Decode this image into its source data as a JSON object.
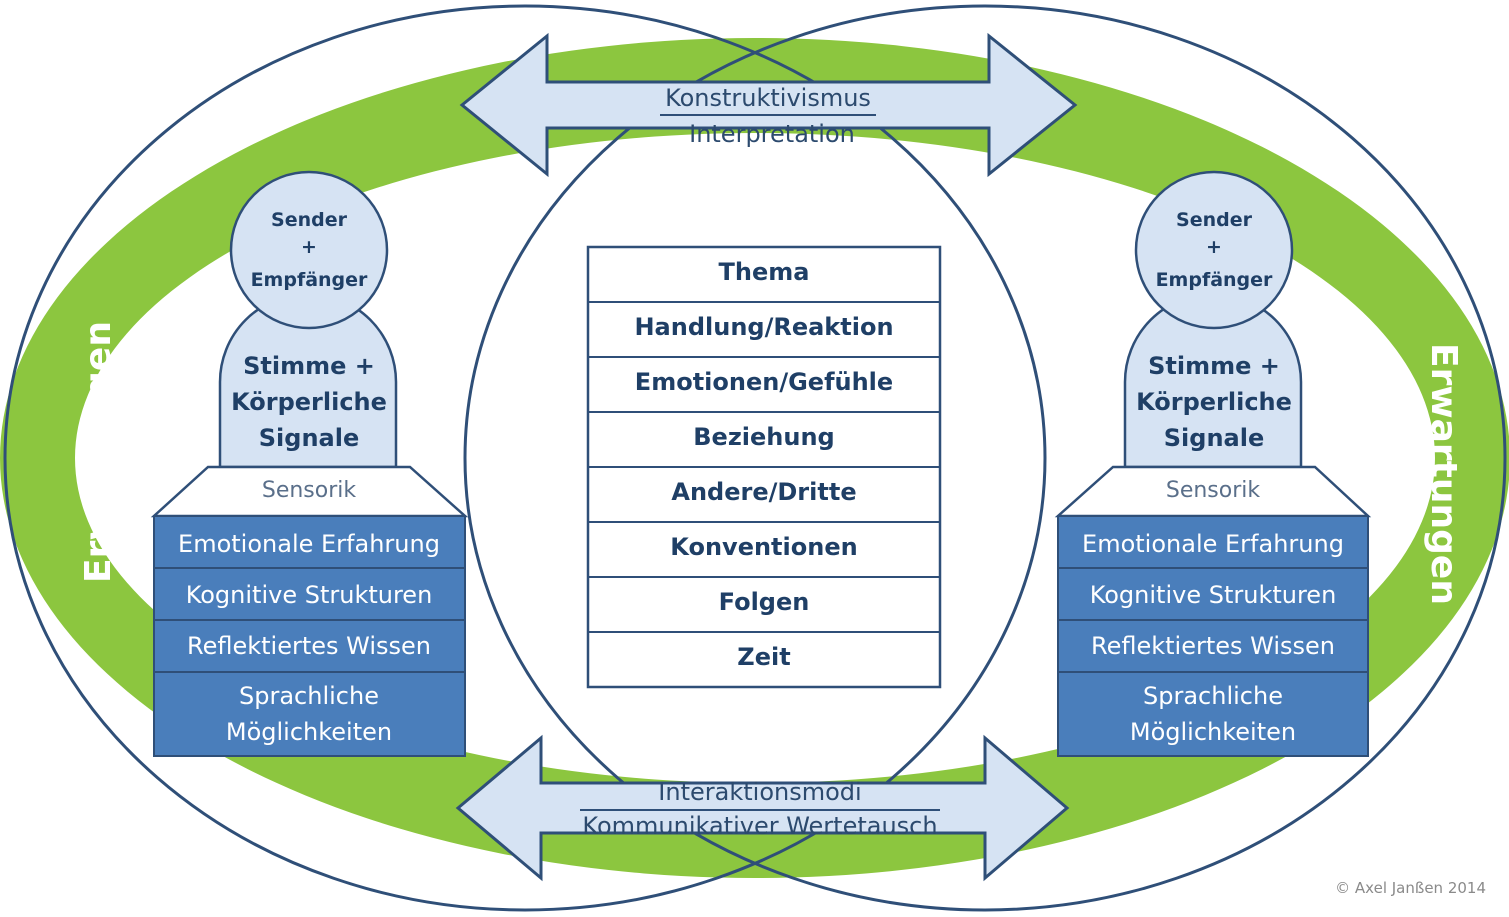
{
  "arrows": {
    "top": {
      "line1": "Konstruktivismus",
      "line2": "Interpretation"
    },
    "bottom": {
      "line1": "Interaktionsmodi",
      "line2": "Kommunikativer Wertetausch"
    }
  },
  "ring_label_left": "Erwartungen",
  "ring_label_right": "Erwartungen",
  "persons": [
    {
      "head": [
        "Sender",
        "+",
        "Empfänger"
      ],
      "body": [
        "Stimme +",
        "Körperliche",
        "Signale"
      ],
      "sensorik": "Sensorik",
      "layers": [
        "Emotionale Erfahrung",
        "Kognitive Strukturen",
        "Reflektiertes Wissen",
        "Sprachliche",
        "Möglichkeiten"
      ]
    },
    {
      "head": [
        "Sender",
        "+",
        "Empfänger"
      ],
      "body": [
        "Stimme +",
        "Körperliche",
        "Signale"
      ],
      "sensorik": "Sensorik",
      "layers": [
        "Emotionale Erfahrung",
        "Kognitive Strukturen",
        "Reflektiertes Wissen",
        "Sprachliche",
        "Möglichkeiten"
      ]
    }
  ],
  "center_table": [
    "Thema",
    "Handlung/Reaktion",
    "Emotionen/Gefühle",
    "Beziehung",
    "Andere/Dritte",
    "Konventionen",
    "Folgen",
    "Zeit"
  ],
  "copyright": "© Axel Janßen 2014",
  "colors": {
    "green_ring": "#8cc63f",
    "light_blue": "#d6e3f3",
    "dark_blue": "#4a7ebb",
    "outline": "#2f4f78",
    "text_dark": "#1f3f66"
  }
}
